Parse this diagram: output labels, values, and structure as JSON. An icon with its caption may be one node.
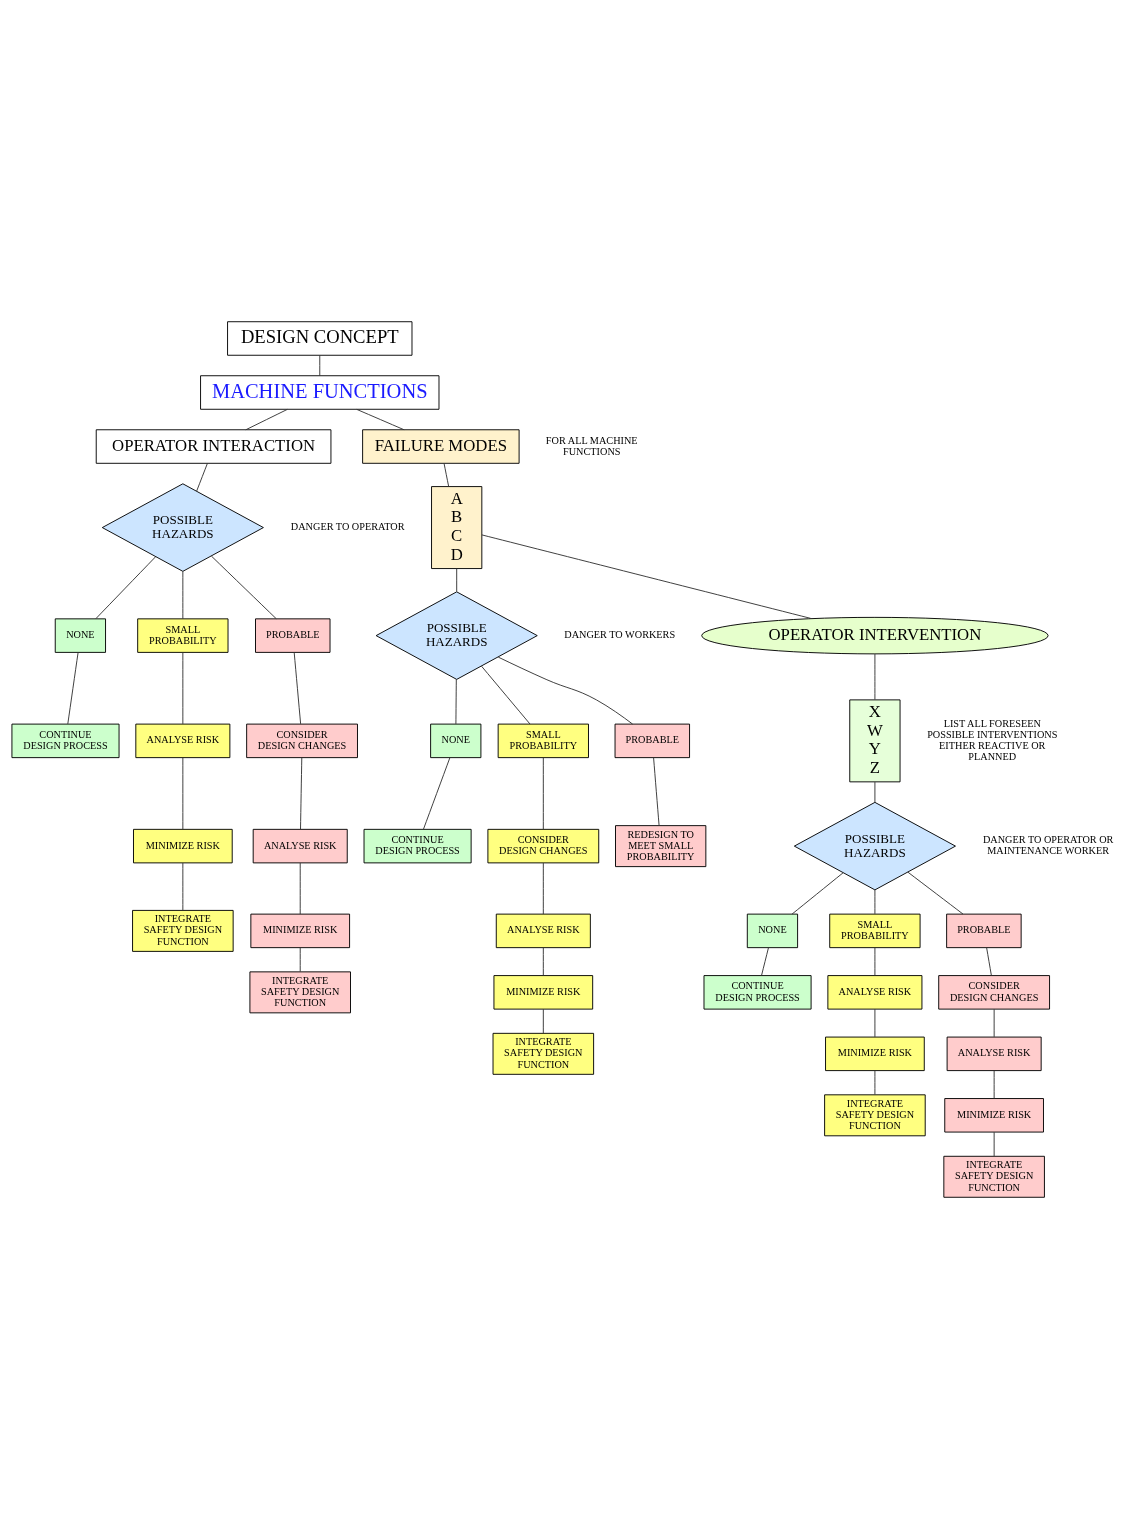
{
  "diagram": {
    "nodes": [
      {
        "text": [
          "DESIGN CONCEPT"
        ]
      },
      {
        "text": [
          "MACHINE FUNCTIONS"
        ]
      },
      {
        "text": [
          "OPERATOR INTERACTION"
        ]
      },
      {
        "text": [
          "POSSIBLE HAZARDS"
        ],
        "beside": [
          "DANGER TO OPERATOR"
        ]
      },
      {
        "text": [
          "NONE"
        ]
      },
      {
        "text": [
          "SMALL PROBABILITY"
        ]
      },
      {
        "text": [
          "PROBABLE"
        ]
      },
      {
        "text": [
          "CONTINUE DESIGN PROCESS"
        ]
      },
      {
        "text": [
          "ANALYSE RISK"
        ]
      },
      {
        "text": [
          "MINIMIZE RISK"
        ]
      },
      {
        "text": [
          "INTEGRATE SAFETY DESIGN FUNCTION"
        ]
      },
      {
        "text": [
          "CONSIDER DESIGN CHANGES"
        ]
      },
      {
        "text": [
          "ANALYSE RISK"
        ]
      },
      {
        "text": [
          "MINIMIZE RISK"
        ]
      },
      {
        "text": [
          "INTEGRATE SAFETY DESIGN FUNCTION"
        ]
      },
      {
        "text": [
          "FAILURE MODES"
        ],
        "beside": [
          "FOR ALL MACHINE FUNCTIONS"
        ]
      },
      {
        "text": [
          "A B C D"
        ]
      },
      {
        "text": [
          "POSSIBLE HAZARDS"
        ],
        "beside": [
          "DANGER TO WORKERS"
        ]
      },
      {
        "text": [
          "NONE"
        ]
      },
      {
        "text": [
          "SMALL PROBABILITY"
        ]
      },
      {
        "text": [
          "PROBABLE"
        ]
      },
      {
        "text": [
          "CONTINUE DESIGN PROCESS"
        ]
      },
      {
        "text": [
          "CONSIDER DESIGN CHANGES"
        ]
      },
      {
        "text": [
          "ANALYSE RISK"
        ]
      },
      {
        "text": [
          "MINIMIZE RISK"
        ]
      },
      {
        "text": [
          "INTEGRATE SAFETY DESIGN FUNCTION"
        ]
      },
      {
        "text": [
          "REDESIGN TO MEET SMALL PROBABILITY"
        ]
      },
      {
        "text": [
          "OPERATOR INTERVENTION"
        ]
      },
      {
        "text": [
          "X W Y Z"
        ],
        "beside": [
          "LIST ALL FORESEEN POSSIBLE INTERVENTIONS EITHER REACTIVE OR PLANNED"
        ]
      },
      {
        "text": [
          "POSSIBLE HAZARDS"
        ],
        "beside": [
          "DANGER TO OPERATOR OR MAINTENANCE WORKER"
        ]
      },
      {
        "text": [
          "NONE"
        ]
      },
      {
        "text": [
          "SMALL PROBABILITY"
        ]
      },
      {
        "text": [
          "PROBABLE"
        ]
      },
      {
        "text": [
          "CONTINUE DESIGN PROCESS"
        ]
      },
      {
        "text": [
          "ANALYSE RISK"
        ]
      },
      {
        "text": [
          "MINIMIZE RISK"
        ]
      },
      {
        "text": [
          "INTEGRATE SAFETY DESIGN FUNCTION"
        ]
      },
      {
        "text": [
          "CONSIDER DESIGN CHANGES"
        ]
      },
      {
        "text": [
          "ANALYSE RISK"
        ]
      },
      {
        "text": [
          "MINIMIZE RISK"
        ]
      },
      {
        "text": [
          "INTEGRATE SAFETY DESIGN FUNCTION"
        ]
      }
    ],
    "edges": [
      {
        "from": 0,
        "to": 1,
        "arrow": "none"
      },
      {
        "from": 1,
        "to": 2,
        "arrow": "none"
      },
      {
        "from": 2,
        "to": 3,
        "arrow": "none"
      },
      {
        "from": 3,
        "to": 4,
        "arrow": "none"
      },
      {
        "from": 3,
        "to": 5,
        "arrow": "none"
      },
      {
        "from": 3,
        "to": 6,
        "arrow": "none"
      },
      {
        "from": 4,
        "to": 7,
        "arrow": "none"
      },
      {
        "from": 5,
        "to": 8,
        "arrow": "none"
      },
      {
        "from": 8,
        "to": 9,
        "arrow": "none"
      },
      {
        "from": 9,
        "to": 10,
        "arrow": "none"
      },
      {
        "from": 6,
        "to": 11,
        "arrow": "none"
      },
      {
        "from": 11,
        "to": 12,
        "arrow": "none"
      },
      {
        "from": 12,
        "to": 13,
        "arrow": "none"
      },
      {
        "from": 13,
        "to": 14,
        "arrow": "none"
      },
      {
        "from": 1,
        "to": 15,
        "arrow": "none"
      },
      {
        "from": 15,
        "to": 16,
        "arrow": "none"
      },
      {
        "from": 16,
        "to": 17,
        "arrow": "none"
      },
      {
        "from": 16,
        "to": 27,
        "arrow": "none"
      },
      {
        "from": 17,
        "to": 18,
        "arrow": "none"
      },
      {
        "from": 17,
        "to": 19,
        "arrow": "none"
      },
      {
        "from": 17,
        "to": 20,
        "arrow": "none"
      },
      {
        "from": 18,
        "to": 21,
        "arrow": "none"
      },
      {
        "from": 19,
        "to": 22,
        "arrow": "none"
      },
      {
        "from": 22,
        "to": 23,
        "arrow": "none"
      },
      {
        "from": 23,
        "to": 24,
        "arrow": "none"
      },
      {
        "from": 24,
        "to": 25,
        "arrow": "none"
      },
      {
        "from": 20,
        "to": 26,
        "arrow": "none"
      },
      {
        "from": 27,
        "to": 28,
        "arrow": "none"
      },
      {
        "from": 28,
        "to": 29,
        "arrow": "none"
      },
      {
        "from": 29,
        "to": 30,
        "arrow": "none"
      },
      {
        "from": 29,
        "to": 31,
        "arrow": "none"
      },
      {
        "from": 29,
        "to": 32,
        "arrow": "none"
      },
      {
        "from": 30,
        "to": 33,
        "arrow": "none"
      },
      {
        "from": 31,
        "to": 34,
        "arrow": "none"
      },
      {
        "from": 34,
        "to": 35,
        "arrow": "none"
      },
      {
        "from": 35,
        "to": 36,
        "arrow": "none"
      },
      {
        "from": 32,
        "to": 37,
        "arrow": "none"
      },
      {
        "from": 37,
        "to": 38,
        "arrow": "none"
      },
      {
        "from": 38,
        "to": 39,
        "arrow": "none"
      },
      {
        "from": 39,
        "to": 40,
        "arrow": "none"
      }
    ]
  }
}
